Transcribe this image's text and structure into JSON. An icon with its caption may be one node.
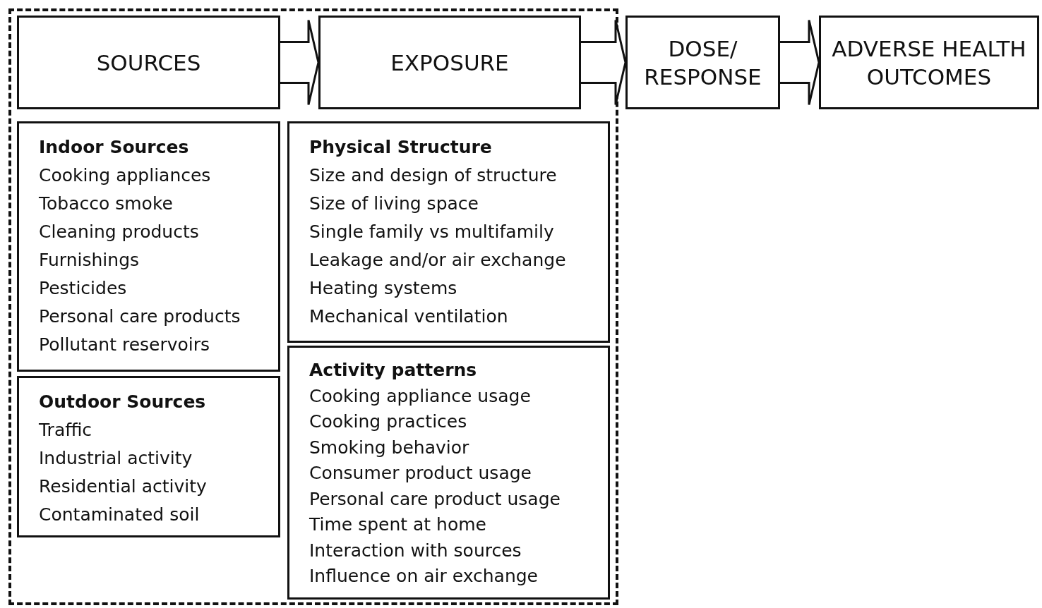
{
  "diagram": {
    "nodes": [
      {
        "text": [],
        "shape": "box"
      },
      {
        "text": [
          "SOURCES"
        ],
        "in": 0
      },
      {
        "text": [
          "EXPOSURE"
        ],
        "in": 0
      },
      {
        "text": [
          "DOSE/ RESPONSE"
        ]
      },
      {
        "text": [
          "ADVERSE HEALTH OUTCOMES"
        ]
      },
      {
        "text": [
          "Indoor Sources",
          "Cooking appliances",
          "Tobacco smoke",
          "Cleaning products",
          "Furnishings",
          "Pesticides",
          "Personal care products",
          "Pollutant reservoirs"
        ],
        "in": 0
      },
      {
        "text": [
          "Physical Structure",
          "Size and design of structure",
          "Size of living space",
          "Single family vs multifamily",
          "Leakage and/or air exchange",
          "Heating systems",
          "Mechanical ventilation"
        ],
        "in": 0
      },
      {
        "text": [
          "Outdoor Sources",
          "Traffic",
          "Industrial activity",
          "Residential activity",
          "Contaminated soil"
        ],
        "in": 0
      },
      {
        "text": [
          "Activity patterns",
          "Cooking appliance usage",
          "Cooking practices",
          "Smoking behavior",
          "Consumer product usage",
          "Personal care product usage",
          "Time spent at home",
          "Interaction with sources",
          "Influence on air exchange"
        ],
        "in": 0
      }
    ],
    "edges": [
      {
        "from": 1,
        "to": 2,
        "arrow": "to"
      },
      {
        "from": 2,
        "to": 3,
        "arrow": "to"
      },
      {
        "from": 3,
        "to": 4,
        "arrow": "to"
      }
    ]
  }
}
